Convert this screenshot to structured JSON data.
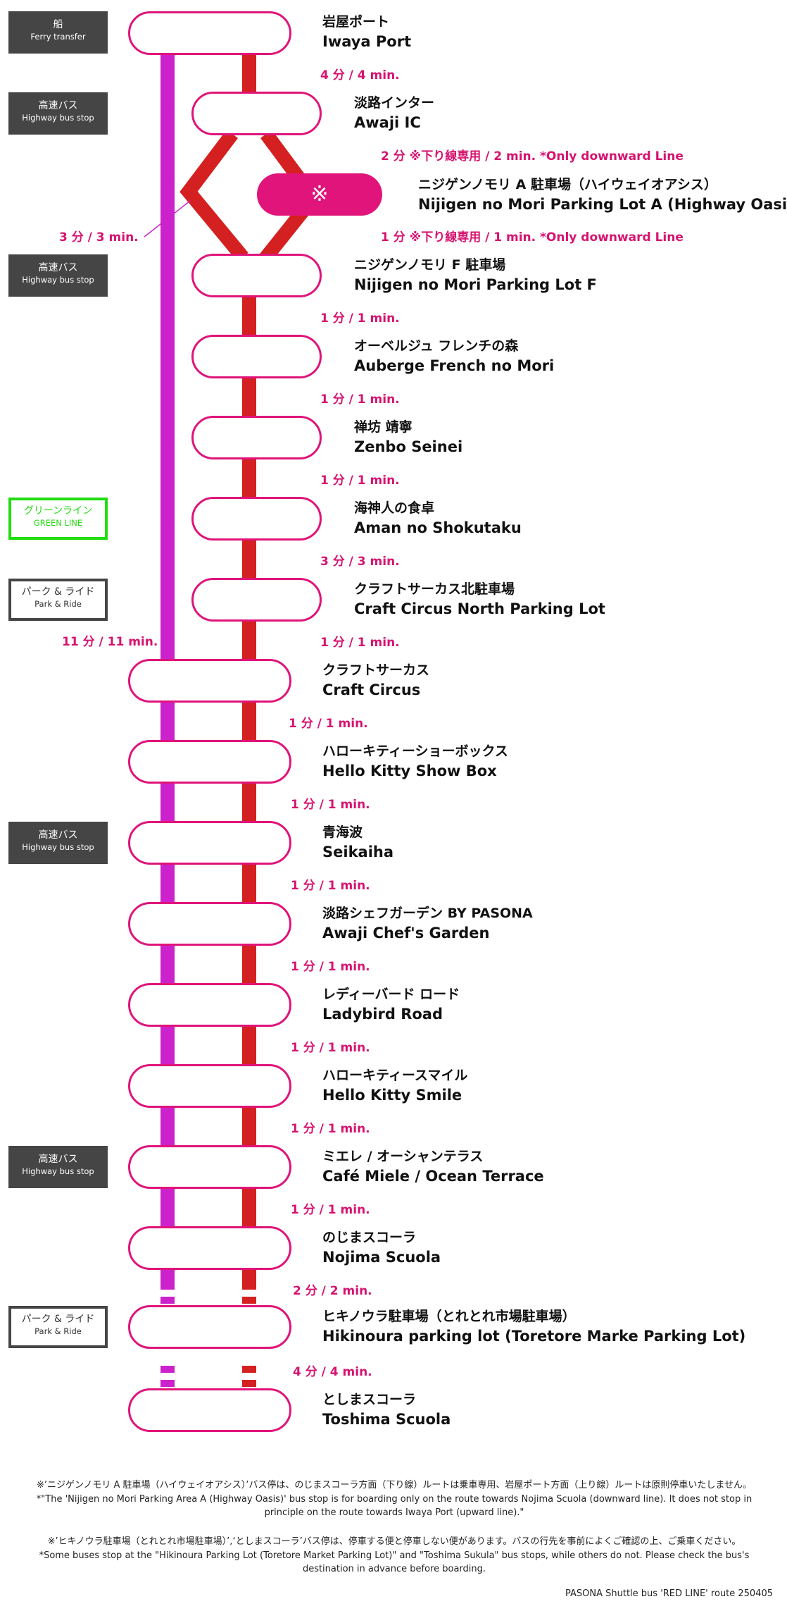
{
  "colors": {
    "magenta": "#e0147a",
    "purple_line": "#cc22cc",
    "red_line": "#d42020",
    "time_text": "#d6136f",
    "green": "#22dd11"
  },
  "stops": [
    {
      "jp": "岩屋ポート",
      "en": "Iwaya Port"
    },
    {
      "jp": "淡路インター",
      "en": "Awaji IC"
    },
    {
      "jp": "ニジゲンノモリ A 駐車場（ハイウェイオアシス）",
      "en": "Nijigen no Mori Parking Lot A (Highway Oasis)"
    },
    {
      "jp": "ニジゲンノモリ F 駐車場",
      "en": "Nijigen no Mori Parking Lot F"
    },
    {
      "jp": "オーベルジュ フレンチの森",
      "en": "Auberge French no Mori"
    },
    {
      "jp": "禅坊 靖寧",
      "en": "Zenbo Seinei"
    },
    {
      "jp": "海神人の食卓",
      "en": "Aman no Shokutaku"
    },
    {
      "jp": "クラフトサーカス北駐車場",
      "en": "Craft Circus North Parking Lot"
    },
    {
      "jp": "クラフトサーカス",
      "en": "Craft Circus"
    },
    {
      "jp": "ハローキティーショーボックス",
      "en": "Hello Kitty Show Box"
    },
    {
      "jp": "青海波",
      "en": "Seikaiha"
    },
    {
      "jp": "淡路シェフガーデン BY PASONA",
      "en": "Awaji Chef's Garden"
    },
    {
      "jp": "レディーバード ロード",
      "en": "Ladybird Road"
    },
    {
      "jp": "ハローキティースマイル",
      "en": "Hello Kitty Smile"
    },
    {
      "jp": "ミエレ / オーシャンテラス",
      "en": "Café Miele / Ocean Terrace"
    },
    {
      "jp": "のじまスコーラ",
      "en": "Nojima Scuola"
    },
    {
      "jp": "ヒキノウラ駐車場（とれとれ市場駐車場）",
      "en": "Hikinoura parking lot (Toretore Marke Parking Lot)"
    },
    {
      "jp": "としまスコーラ",
      "en": "Toshima Scuola"
    }
  ],
  "times": [
    "4 分 / 4 min.",
    "2 分 ※下り線専用 / 2 min. *Only downward Line",
    "1 分 ※下り線専用 / 1 min. *Only downward Line",
    "3 分 / 3 min.",
    "1 分 / 1 min.",
    "1 分 / 1 min.",
    "1 分 / 1 min.",
    "3 分 / 3 min.",
    "1 分 / 1 min.",
    "11 分 / 11 min.",
    "1 分 / 1 min.",
    "1 分 / 1 min.",
    "1 分 / 1 min.",
    "1 分 / 1 min.",
    "1 分 / 1 min.",
    "1 分 / 1 min.",
    "1 分 / 1 min.",
    "2 分 / 2 min.",
    "4 分 / 4 min."
  ],
  "badges": [
    {
      "jp": "船",
      "en": "Ferry transfer"
    },
    {
      "jp": "高速バス",
      "en": "Highway bus stop"
    },
    {
      "jp": "高速バス",
      "en": "Highway bus stop"
    },
    {
      "jp": "グリーンライン",
      "en": "GREEN LINE"
    },
    {
      "jp": "パーク & ライド",
      "en": "Park & Ride"
    },
    {
      "jp": "高速バス",
      "en": "Highway bus stop"
    },
    {
      "jp": "高速バス",
      "en": "Highway bus stop"
    },
    {
      "jp": "パーク & ライド",
      "en": "Park & Ride"
    }
  ],
  "oasis_icon": "※",
  "notes": {
    "n1_jp": "※’ニジゲンノモリ A 駐車場（ハイウェイオアシス）’バス停は、のじまスコーラ方面（下り線）ルートは乗車専用、岩屋ポート方面（上り線）ルートは原則停車いたしません。",
    "n1_en": "*\"The 'Nijigen no Mori Parking Area A (Highway Oasis)' bus stop is for boarding only on the route towards Nojima Scuola (downward line). It does not stop in principle on the route towards Iwaya Port (upward line).\"",
    "n2_jp": "※’ヒキノウラ駐車場（とれとれ市場駐車場）’,‘としまスコーラ’バス停は、停車する便と停車しない便があります。バスの行先を事前によくご確認の上、ご乗車ください。",
    "n2_en": "*Some buses stop at the \"Hikinoura Parking Lot (Toretore Market Parking Lot)\" and \"Toshima Sukula\" bus stops, while others do not. Please check the bus's destination in advance before boarding."
  },
  "footer": "PASONA Shuttle bus 'RED LINE' route 250405"
}
